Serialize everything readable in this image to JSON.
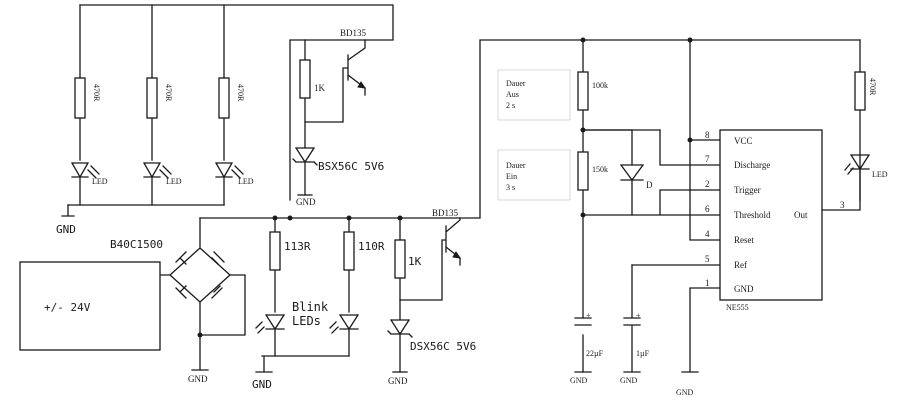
{
  "resistors": {
    "r1": "470R",
    "r2": "470R",
    "r3": "470R",
    "r4": "1K",
    "r5": "113R",
    "r6": "110R",
    "r7": "1K",
    "r8": "100k",
    "r9": "150k",
    "r10": "470R"
  },
  "leds": {
    "led1": "LED",
    "led2": "LED",
    "led3": "LED",
    "led_out": "LED"
  },
  "transistors": {
    "q1": "BD135",
    "q2": "BD135"
  },
  "zeners": {
    "z1": "BSX56C 5V6",
    "z2": "DSX56C 5V6"
  },
  "gnd": {
    "gnd_top": "GND",
    "gnd_z1": "GND",
    "gnd_bridge": "GND",
    "gnd_blink": "GND",
    "gnd_z2": "GND",
    "gnd_c1": "GND",
    "gnd_c2": "GND",
    "gnd_pin1": "GND"
  },
  "rectifier": "B40C1500",
  "supply": "+/- 24V",
  "blink_label": {
    "line1": "Blink",
    "line2": "LEDs"
  },
  "diode_d": "D",
  "capacitors": {
    "c1": "22µF",
    "c2": "1µF",
    "c1_plus": "+",
    "c2_plus": "+"
  },
  "timer_boxes": {
    "on_line1": "Dauer",
    "on_line2": "Aus",
    "on_line3": "2 s",
    "off_line1": "Dauer",
    "off_line2": "Ein",
    "off_line3": "3 s"
  },
  "ic": {
    "name": "NE555",
    "pins": [
      {
        "num": "8",
        "name": "VCC"
      },
      {
        "num": "7",
        "name": "Discharge"
      },
      {
        "num": "2",
        "name": "Trigger"
      },
      {
        "num": "6",
        "name": "Threshold"
      },
      {
        "num": "4",
        "name": "Reset"
      },
      {
        "num": "5",
        "name": "Ref"
      },
      {
        "num": "1",
        "name": "GND"
      },
      {
        "num": "3",
        "name": "Out"
      }
    ]
  }
}
